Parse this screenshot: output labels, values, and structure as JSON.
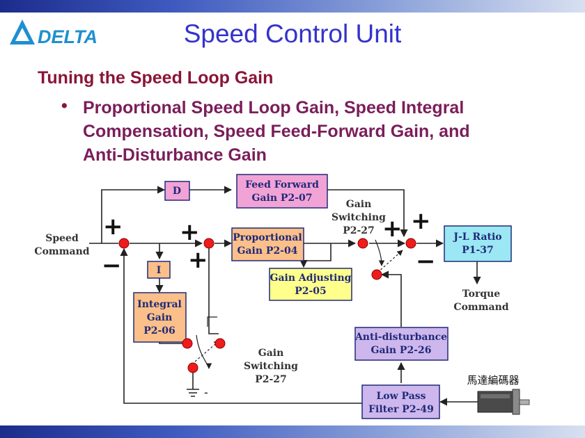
{
  "header": {
    "logo_text": "DELTA",
    "title": "Speed Control Unit",
    "colors": {
      "bar_dark": "#1c2c8c",
      "bar_light": "#d8e0f0",
      "title": "#3333cc"
    }
  },
  "content": {
    "heading": "Tuning the Speed Loop Gain",
    "bullet_symbol": "•",
    "bullet_lines": [
      "Proportional Speed Loop Gain, Speed Integral",
      "Compensation, Speed Feed-Forward Gain, and",
      "Anti-Disturbance Gain"
    ],
    "colors": {
      "heading": "#8a1538"
    }
  },
  "diagram": {
    "speed_command": [
      "Speed",
      "Command"
    ],
    "torque_command": [
      "Torque",
      "Command"
    ],
    "d_block": "D",
    "i_block": "I",
    "feed_forward": [
      "Feed Forward",
      "Gain P2-07"
    ],
    "proportional": [
      "Proportional",
      "Gain P2-04"
    ],
    "integral": [
      "Integral",
      "Gain",
      "P2-06"
    ],
    "gain_adjusting": [
      "Gain Adjusting",
      "P2-05"
    ],
    "jl_ratio": [
      "J-L Ratio",
      "P1-37"
    ],
    "anti_disturbance": [
      "Anti-disturbance",
      "Gain P2-26"
    ],
    "low_pass": [
      "Low Pass",
      "Filter P2-49"
    ],
    "gain_switching_top": [
      "Gain",
      "Switching",
      "P2-27"
    ],
    "gain_switching_bottom": [
      "Gain",
      "Switching",
      "P2-27"
    ],
    "encoder_label": "馬達編碼器",
    "signs": {
      "plus": "+",
      "minus": "−"
    },
    "ground_minus": "-",
    "colors": {
      "pink": "#f2a3d5",
      "orange": "#fbbf8a",
      "yellow": "#ffff8c",
      "cyan": "#9be7f3",
      "violet": "#ceb7ec",
      "node": "#ee1c1c",
      "border": "#1f2a78",
      "line": "#222222"
    }
  }
}
